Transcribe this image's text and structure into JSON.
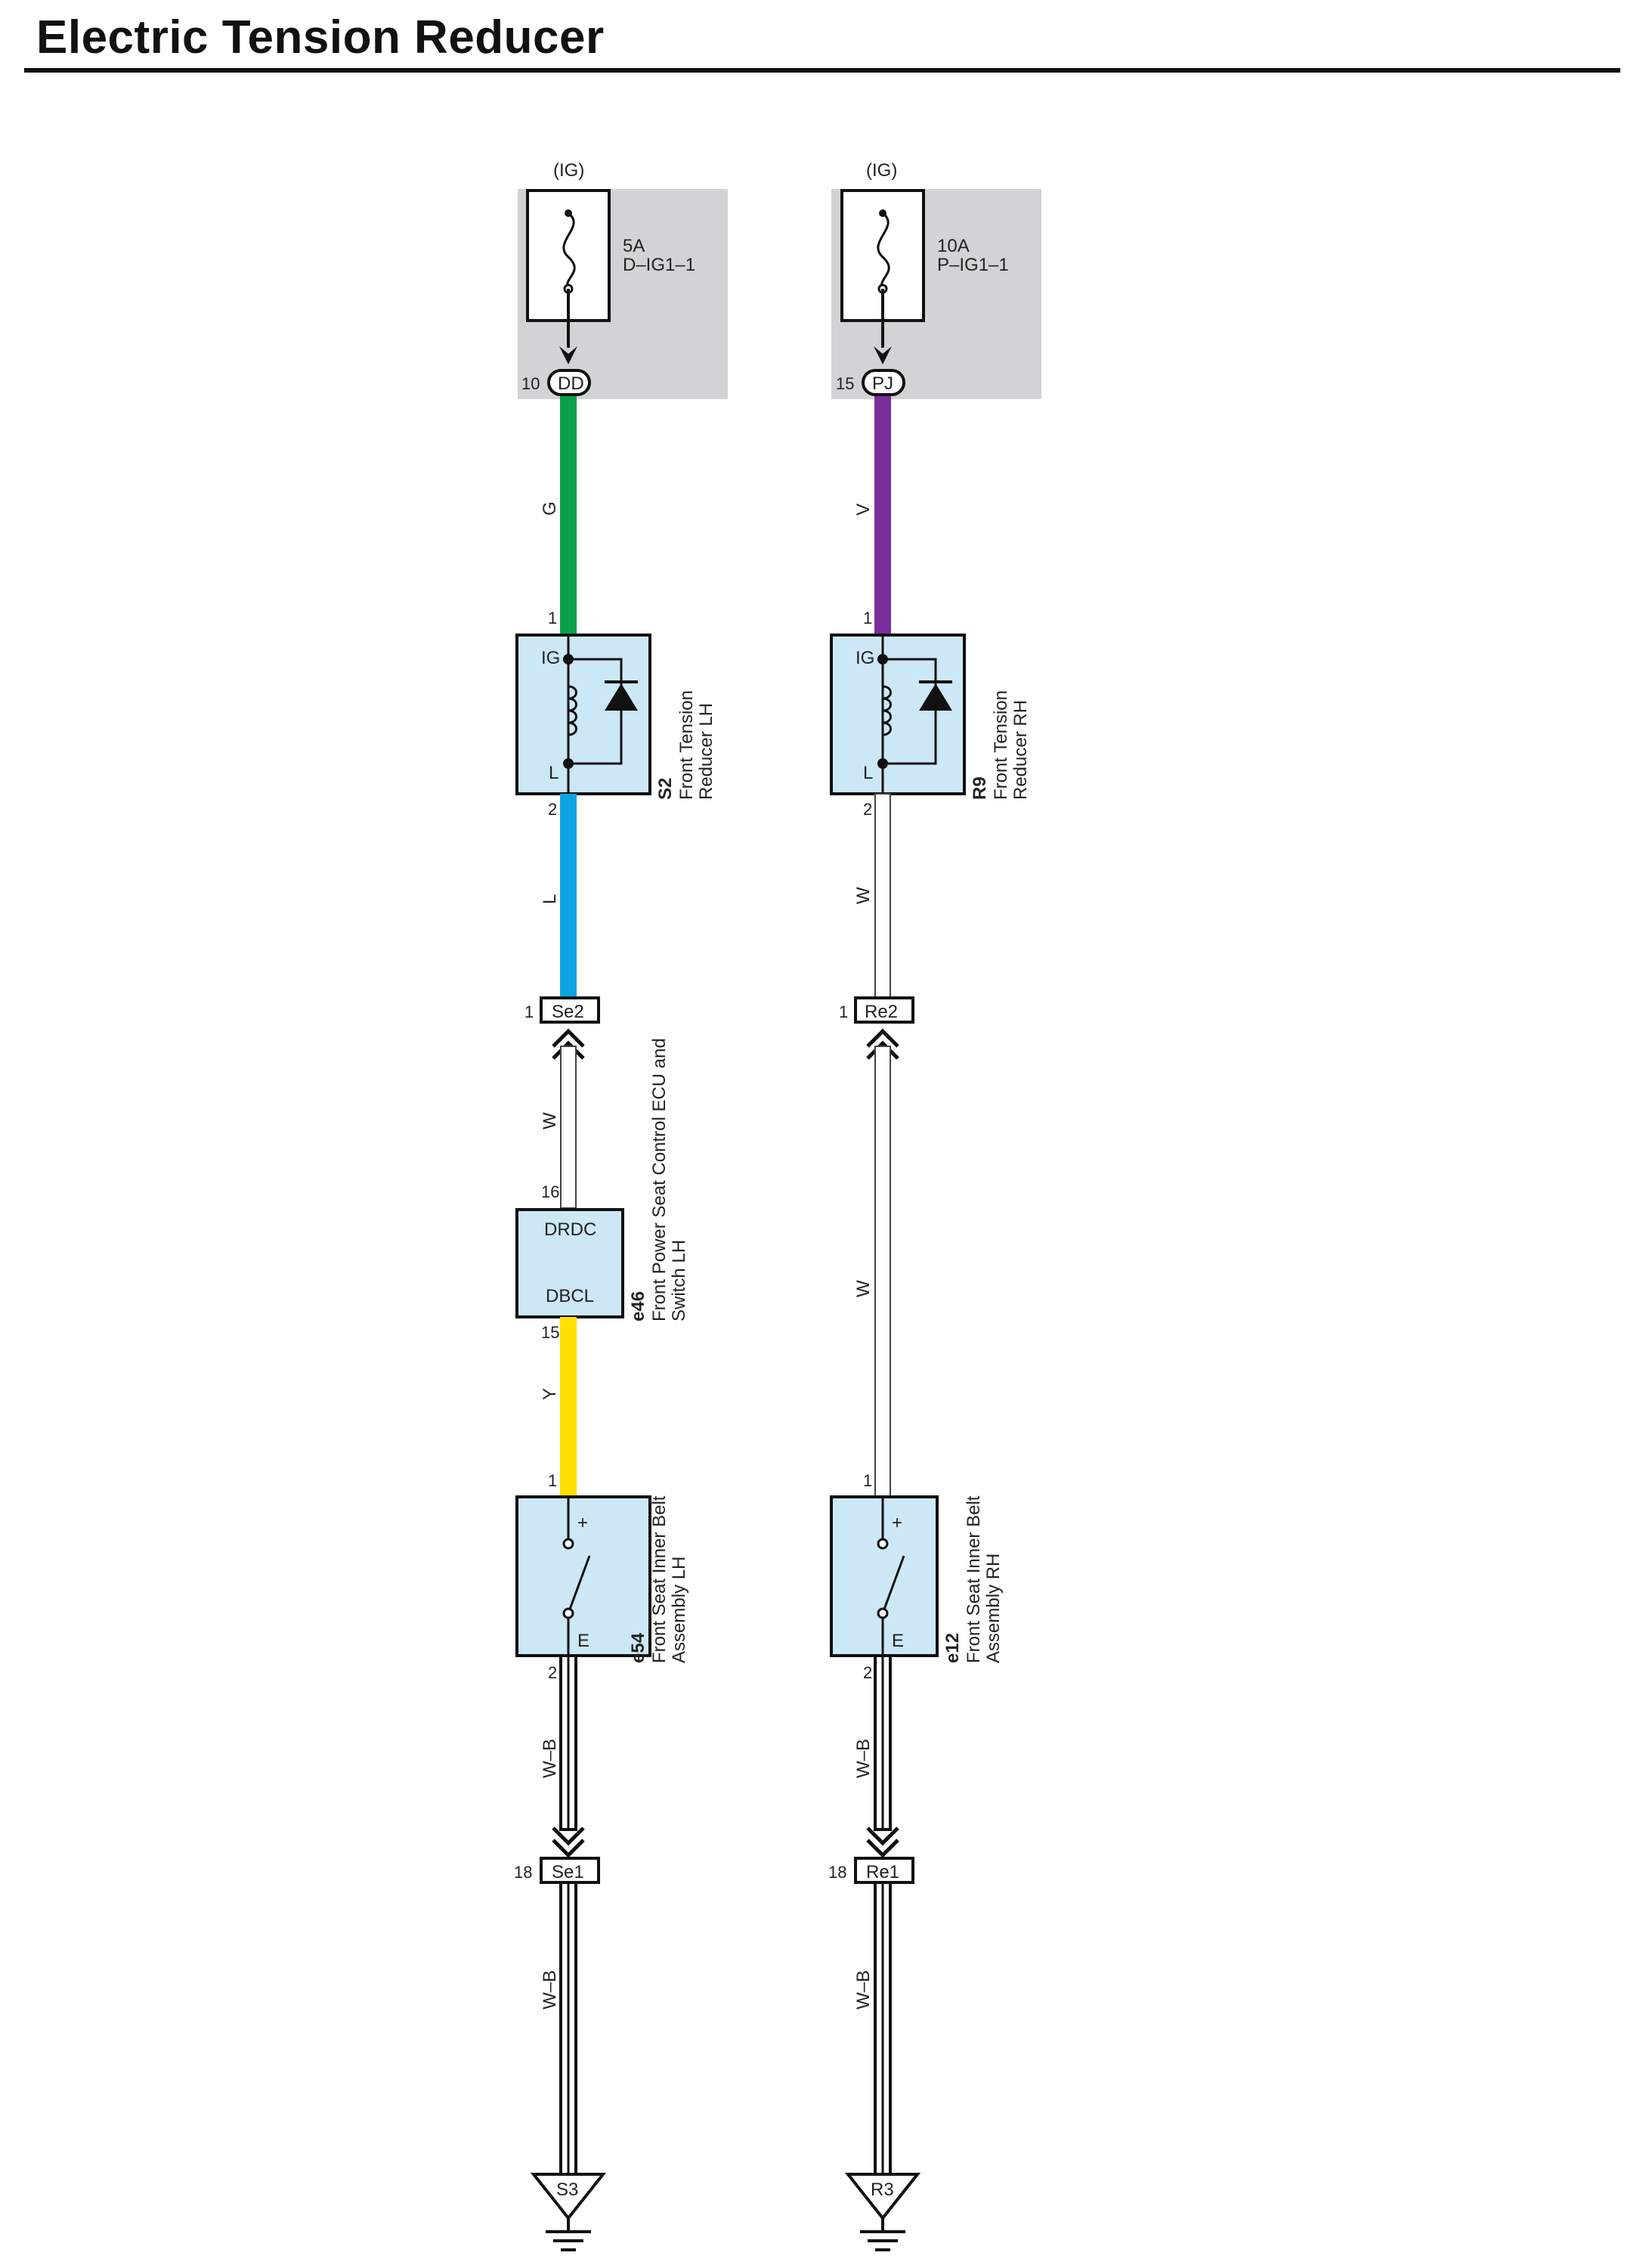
{
  "title": "Electric Tension Reducer",
  "colors": {
    "G": "#0aa04a",
    "V": "#7a2e9b",
    "L": "#0ea4e4",
    "Y": "#ffe000",
    "W": "#ffffff",
    "W-B": "#ffffff",
    "component_fill": "#cce8f6",
    "fuse_box_fill": "#d2d3d5"
  },
  "left": {
    "power": "(IG)",
    "fuse_amp": "5A",
    "fuse_name": "D–IG1–1",
    "jc_pin": "10",
    "jc_name": "DD",
    "wire1": "G",
    "reducer_pin_in": "1",
    "reducer_pin_ig": "IG",
    "reducer_pin_l": "L",
    "reducer_pin_out": "2",
    "reducer_code": "S2",
    "reducer_name_1": "Front Tension",
    "reducer_name_2": "Reducer LH",
    "wire2": "L",
    "conn1_pin": "1",
    "conn1_name": "Se2",
    "wire3": "W",
    "ecu_pin_in": "16",
    "ecu_term_1": "DRDC",
    "ecu_term_2": "DBCL",
    "ecu_pin_out": "15",
    "ecu_code": "e46",
    "ecu_name_1": "Front Power Seat Control ECU and",
    "ecu_name_2": "Switch LH",
    "wire4": "Y",
    "belt_pin_in": "1",
    "belt_plus": "+",
    "belt_e": "E",
    "belt_pin_out": "2",
    "belt_code": "e54",
    "belt_name_1": "Front Seat Inner Belt",
    "belt_name_2": "Assembly LH",
    "wire5": "W–B",
    "conn2_pin": "18",
    "conn2_name": "Se1",
    "wire6": "W–B",
    "ground": "S3"
  },
  "right": {
    "power": "(IG)",
    "fuse_amp": "10A",
    "fuse_name": "P–IG1–1",
    "jc_pin": "15",
    "jc_name": "PJ",
    "wire1": "V",
    "reducer_pin_in": "1",
    "reducer_pin_ig": "IG",
    "reducer_pin_l": "L",
    "reducer_pin_out": "2",
    "reducer_code": "R9",
    "reducer_name_1": "Front Tension",
    "reducer_name_2": "Reducer RH",
    "wire2": "W",
    "conn1_pin": "1",
    "conn1_name": "Re2",
    "wire3": "W",
    "belt_pin_in": "1",
    "belt_plus": "+",
    "belt_e": "E",
    "belt_pin_out": "2",
    "belt_code": "e12",
    "belt_name_1": "Front Seat Inner Belt",
    "belt_name_2": "Assembly RH",
    "wire5": "W–B",
    "conn2_pin": "18",
    "conn2_name": "Re1",
    "wire6": "W–B",
    "ground": "R3"
  }
}
